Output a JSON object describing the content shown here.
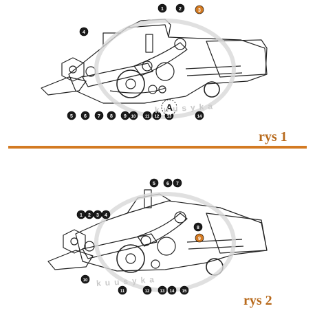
{
  "figures": [
    {
      "caption": "rys 1",
      "markers": [
        {
          "num": "1",
          "style": "filled"
        },
        {
          "num": "2",
          "style": "filled"
        },
        {
          "num": "3",
          "style": "orange"
        },
        {
          "num": "4",
          "style": "filled"
        },
        {
          "num": "5",
          "style": "filled"
        },
        {
          "num": "6",
          "style": "filled"
        },
        {
          "num": "7",
          "style": "filled"
        },
        {
          "num": "8",
          "style": "filled"
        },
        {
          "num": "9",
          "style": "filled"
        },
        {
          "num": "10",
          "style": "filled"
        },
        {
          "num": "11",
          "style": "filled"
        },
        {
          "num": "12",
          "style": "filled"
        },
        {
          "num": "13",
          "style": "filled"
        },
        {
          "num": "14",
          "style": "filled"
        },
        {
          "num": "A",
          "style": "dashed-letter"
        }
      ]
    },
    {
      "caption": "rys 2",
      "markers": [
        {
          "num": "1",
          "style": "filled"
        },
        {
          "num": "2",
          "style": "filled"
        },
        {
          "num": "3",
          "style": "filled"
        },
        {
          "num": "4",
          "style": "filled"
        },
        {
          "num": "5",
          "style": "filled"
        },
        {
          "num": "6",
          "style": "filled"
        },
        {
          "num": "7",
          "style": "filled"
        },
        {
          "num": "8",
          "style": "filled"
        },
        {
          "num": "9",
          "style": "orange"
        },
        {
          "num": "10",
          "style": "filled"
        },
        {
          "num": "11",
          "style": "filled"
        },
        {
          "num": "12",
          "style": "filled"
        },
        {
          "num": "13",
          "style": "filled"
        },
        {
          "num": "14",
          "style": "filled"
        },
        {
          "num": "15",
          "style": "filled"
        }
      ]
    }
  ],
  "watermark_text": "kuusyka",
  "colors": {
    "accent": "#d37a22",
    "caption": "#b86a1c",
    "marker": "#1a1a1a",
    "line": "#222222"
  }
}
